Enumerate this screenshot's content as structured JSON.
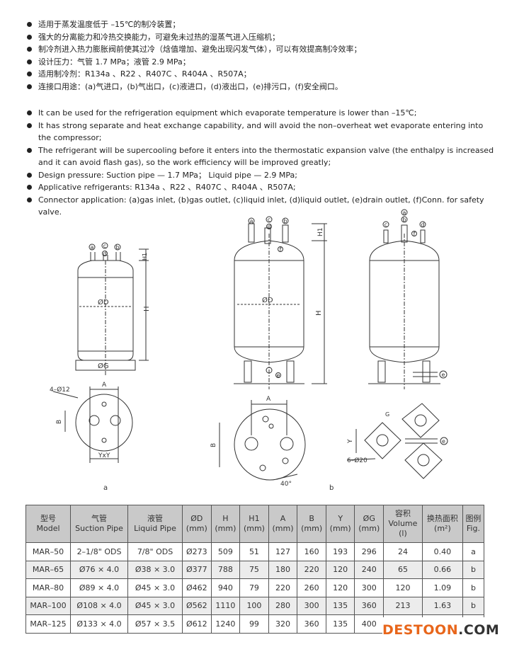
{
  "features_cn": [
    "适用于蒸发温度低于 –15℃的制冷装置；",
    "强大的分离能力和冷热交换能力，可避免未过热的湿蒸气进入压缩机；",
    "制冷剂进入热力膨胀阀前使其过冷（焓值增加、避免出现闪发气体），可以有效提高制冷效率；",
    "设计压力：气管 1.7 MPa；液管 2.9 MPa；",
    "适用制冷剂：R134a 、R22 、R407C 、R404A 、R507A；",
    "连接口用途：(a)气进口，(b)气出口，(c)液进口，(d)液出口，(e)排污口，(f)安全阀口。"
  ],
  "features_en": [
    "It can be used for the refrigeration equipment which evaporate temperature is lower than –15℃;",
    "It has strong separate and heat exchange capability, and will avoid the non–overheat wet evaporate entering into the compressor;",
    "The refrigerant will be supercooling before it enters into the thermostatic expansion valve (the enthalpy is increased and it can avoid flash gas), so the work efficiency will be improved greatly;",
    "Design pressure: Suction pipe — 1.7 MPa； Liquid pipe — 2.9 MPa;",
    "Applicative refrigerants: R134a 、R22 、R407C 、R404A 、R507A;",
    "Connector application: (a)gas inlet, (b)gas outlet, (c)liquid inlet, (d)liquid outlet, (e)drain outlet, (f)Conn. for safety valve."
  ],
  "drawing": {
    "port_letters": {
      "a": "a",
      "b": "b",
      "c": "c",
      "d": "d",
      "e": "e",
      "f": "f"
    },
    "dims": {
      "D": "ØD",
      "G": "ØG",
      "H": "H",
      "H1": "H1",
      "A": "A",
      "B": "B",
      "Y": "Y",
      "YxY": "YxY",
      "holes_a": "4–Ø12",
      "holes_b": "6–Ø20",
      "angle": "40°",
      "g": "G"
    },
    "fig_a": "a",
    "fig_b": "b"
  },
  "table": {
    "headers": [
      {
        "cn": "型号",
        "en": "Model"
      },
      {
        "cn": "气管",
        "en": "Suction Pipe"
      },
      {
        "cn": "液管",
        "en": "Liquid Pipe"
      },
      {
        "cn": "ØD",
        "en": "(mm)"
      },
      {
        "cn": "H",
        "en": "(mm)"
      },
      {
        "cn": "H1",
        "en": "(mm)"
      },
      {
        "cn": "A",
        "en": "(mm)"
      },
      {
        "cn": "B",
        "en": "(mm)"
      },
      {
        "cn": "Y",
        "en": "(mm)"
      },
      {
        "cn": "ØG",
        "en": "(mm)"
      },
      {
        "cn": "容积",
        "en": "Volume",
        "en2": "(l)"
      },
      {
        "cn": "换热面积",
        "en": "(m²)"
      },
      {
        "cn": "图例",
        "en": "Fig."
      }
    ],
    "rows": [
      [
        "MAR–50",
        "2–1/8\" ODS",
        "7/8\" ODS",
        "Ø273",
        "509",
        "51",
        "127",
        "160",
        "193",
        "296",
        "24",
        "0.40",
        "a"
      ],
      [
        "MAR–65",
        "Ø76 × 4.0",
        "Ø38 × 3.0",
        "Ø377",
        "788",
        "75",
        "180",
        "220",
        "120",
        "240",
        "65",
        "0.66",
        "b"
      ],
      [
        "MAR–80",
        "Ø89 × 4.0",
        "Ø45 × 3.0",
        "Ø462",
        "940",
        "79",
        "220",
        "260",
        "120",
        "300",
        "120",
        "1.09",
        "b"
      ],
      [
        "MAR–100",
        "Ø108 × 4.0",
        "Ø45 × 3.0",
        "Ø562",
        "1110",
        "100",
        "280",
        "300",
        "135",
        "360",
        "213",
        "1.63",
        "b"
      ],
      [
        "MAR–125",
        "Ø133 × 4.0",
        "Ø57 × 3.5",
        "Ø612",
        "1240",
        "99",
        "320",
        "360",
        "135",
        "400",
        "",
        "",
        ""
      ]
    ]
  },
  "watermark": {
    "part1": "DESTOON",
    "part2": ".COM"
  }
}
